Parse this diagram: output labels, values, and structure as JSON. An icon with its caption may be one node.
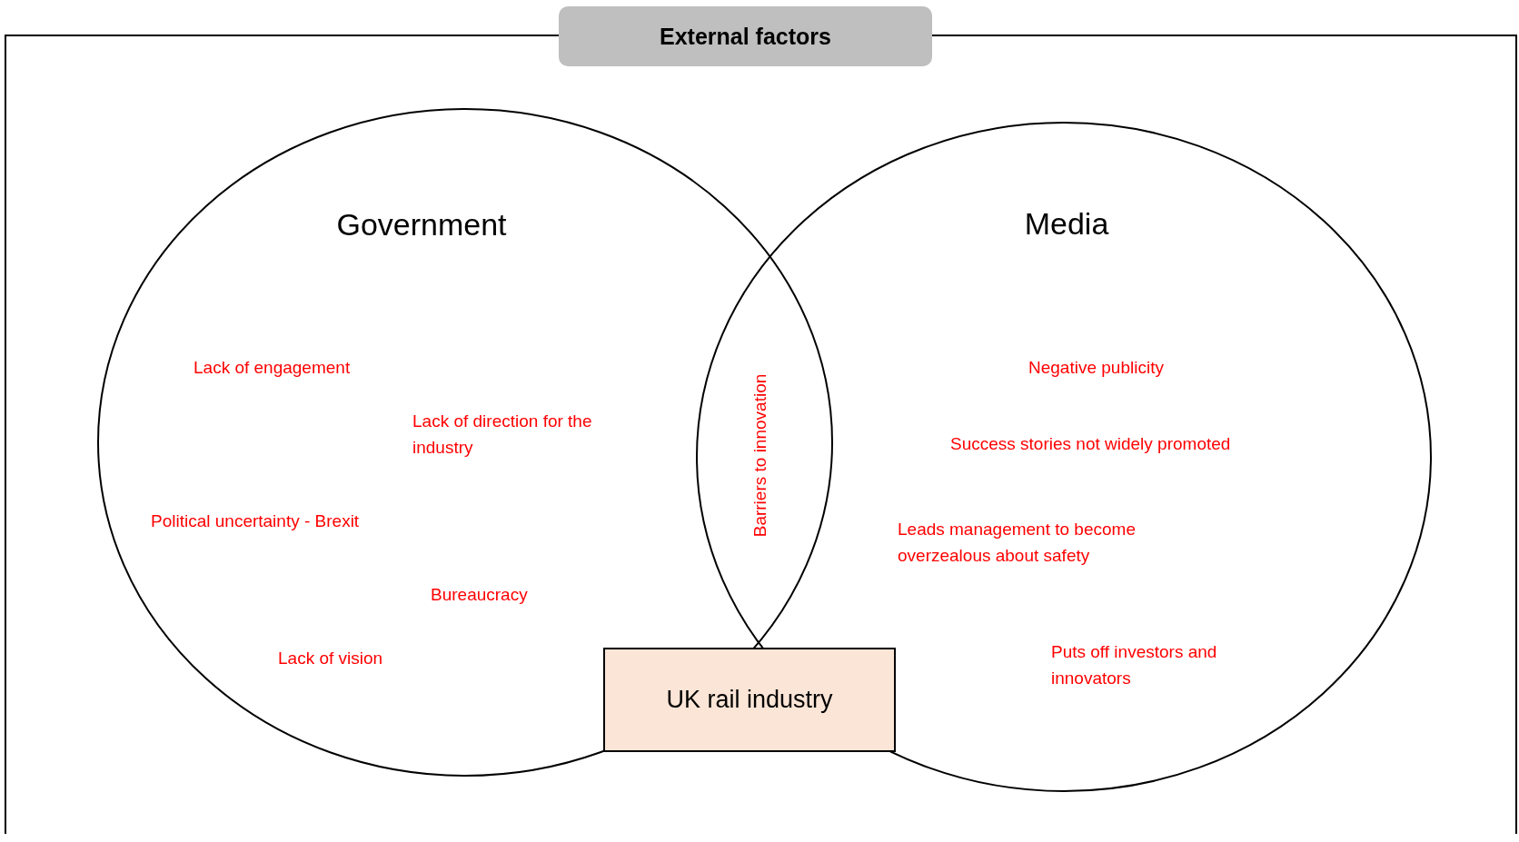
{
  "diagram": {
    "nodes": [
      {
        "text": [
          "External factors"
        ]
      },
      {
        "text": [
          "Government",
          "Lack of engagement",
          "Lack of direction for the industry",
          "Political uncertainty - Brexit",
          "Bureaucracy",
          "Lack of vision"
        ],
        "in": 0
      },
      {
        "text": [
          "Media",
          "Negative publicity",
          "Success stories not widely promoted",
          "Leads management to become overzealous about safety",
          "Puts off investors and innovators"
        ],
        "in": 0
      },
      {
        "text": [
          "UK rail industry"
        ],
        "in": 0
      }
    ],
    "edges": [],
    "labels": [
      "Barriers to innovation"
    ]
  }
}
